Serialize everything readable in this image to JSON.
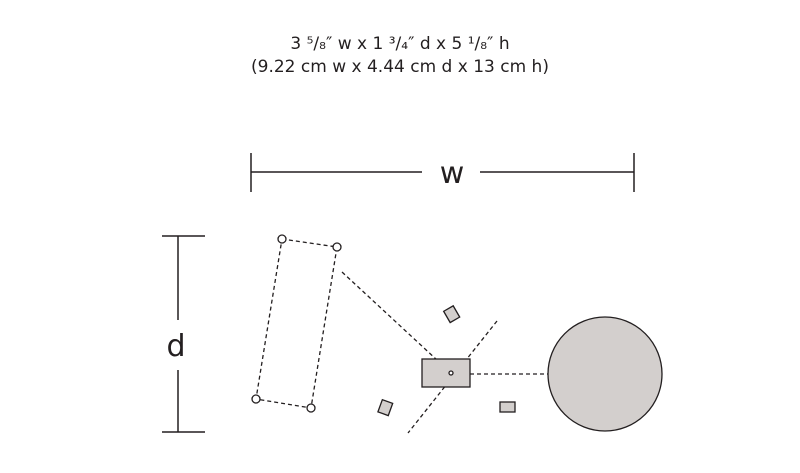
{
  "dimensions": {
    "imperial": "3 ⁵/₈″ w x 1 ³/₄″ d x 5 ¹/₈″ h",
    "metric": "(9.22 cm w x 4.44 cm d x 13 cm h)"
  },
  "labels": {
    "width": "w",
    "depth": "d"
  },
  "colors": {
    "stroke": "#231f20",
    "fill": "#d3cfcd"
  }
}
